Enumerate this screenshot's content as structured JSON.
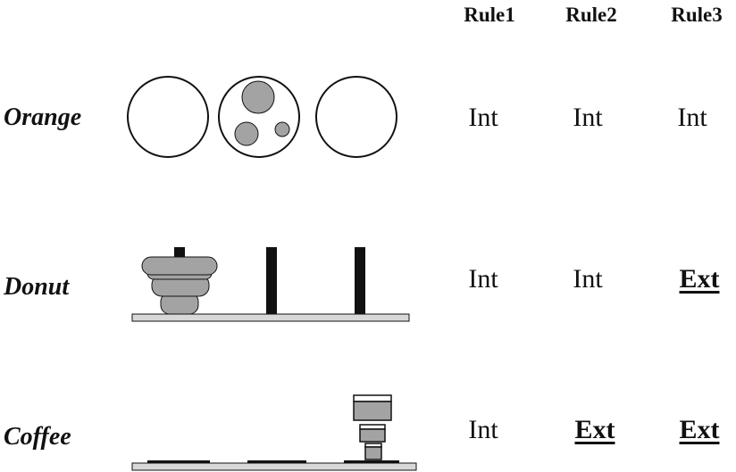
{
  "columns": [
    "Rule1",
    "Rule2",
    "Rule3"
  ],
  "rows": [
    {
      "label": "Orange",
      "values": [
        "Int",
        "Int",
        "Int"
      ]
    },
    {
      "label": "Donut",
      "values": [
        "Int",
        "Int",
        "Ext"
      ]
    },
    {
      "label": "Coffee",
      "values": [
        "Int",
        "Ext",
        "Ext"
      ]
    }
  ],
  "colors": {
    "gray_fill": "#a3a3a3",
    "outline": "#111111",
    "peg": "#111111",
    "base_fill": "#d8d8d8"
  }
}
